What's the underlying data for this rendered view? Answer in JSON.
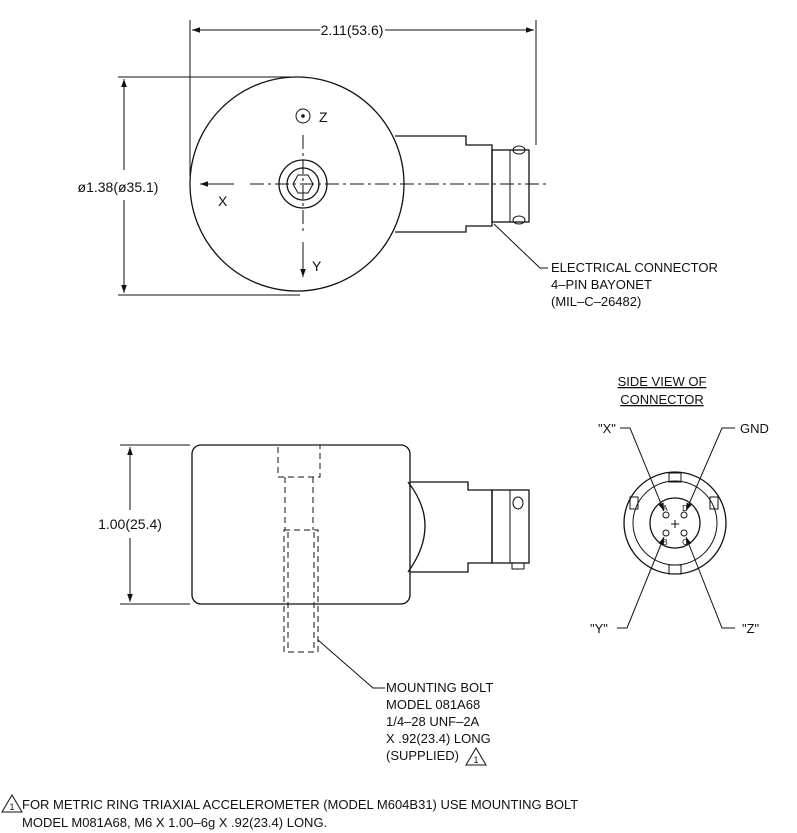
{
  "top_view": {
    "width_dim": "2.11(53.6)",
    "diameter_dim": "ø1.38(ø35.1)",
    "axis_z": "Z",
    "axis_x": "X",
    "axis_y": "Y",
    "connector_callout": [
      "ELECTRICAL CONNECTOR",
      "4–PIN BAYONET",
      "(MIL–C–26482)"
    ]
  },
  "side_view": {
    "height_dim": "1.00(25.4)",
    "bolt_callout": [
      "MOUNTING BOLT",
      "MODEL 081A68",
      "1/4–28 UNF–2A",
      "X .92(23.4) LONG",
      "(SUPPLIED)"
    ],
    "revision_mark": "1"
  },
  "connector_view": {
    "title_line1": "SIDE VIEW OF",
    "title_line2": "CONNECTOR",
    "label_x": "\"X\"",
    "label_gnd": "GND",
    "label_y": "\"Y\"",
    "label_z": "\"Z\"",
    "pin_a": "A",
    "pin_b": "B",
    "pin_c": "C",
    "pin_d": "D"
  },
  "footnote": {
    "mark": "1",
    "line1": "FOR METRIC RING TRIAXIAL ACCELEROMETER (MODEL M604B31) USE MOUNTING BOLT",
    "line2": "MODEL M081A68, M6 X 1.00–6g X .92(23.4) LONG."
  }
}
